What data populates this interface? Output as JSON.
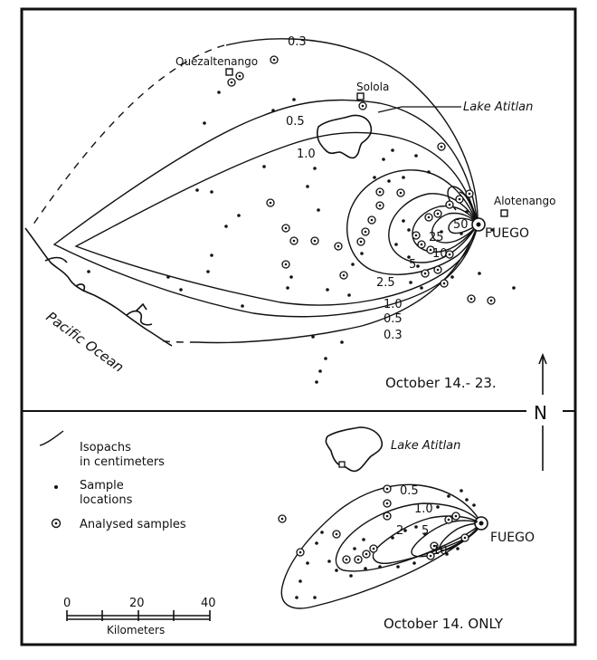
{
  "top_map": {
    "period_label": "October 14.- 23.",
    "places": {
      "quezaltenango": "Quezaltenango",
      "solola": "Solola",
      "lake": "Lake Atitlan",
      "alotenango": "Alotenango",
      "volcano": "FUEGO",
      "ocean": "Pacific Ocean"
    },
    "isopach_labels": {
      "v0_3_top": "0.3",
      "v0_5_top": "0.5",
      "v1_0_top": "1.0",
      "v50": "50",
      "v25": "25",
      "v10": "10",
      "v5": "5",
      "v2_5": "2.5",
      "v1_0_bottom": "1.0",
      "v0_5_bottom": "0.5",
      "v0_3_bottom": "0.3"
    }
  },
  "bottom_map": {
    "period_label": "October 14. ONLY",
    "places": {
      "lake": "Lake Atitlan",
      "volcano": "FUEGO"
    },
    "isopach_labels": {
      "v0_5": "0.5",
      "v1_0": "1.0",
      "v2": "2",
      "v5": "5",
      "v10": "10"
    }
  },
  "legend": {
    "isopachs_line1": "Isopachs",
    "isopachs_line2": "in centimeters",
    "samples_line1": "Sample",
    "samples_line2": "locations",
    "analysed": "Analysed samples"
  },
  "scale_bar": {
    "ticks": [
      "0",
      "20",
      "40"
    ],
    "unit": "Kilometers"
  },
  "north_arrow": "N",
  "colors": {
    "ink": "#111111",
    "paper": "#ffffff"
  }
}
